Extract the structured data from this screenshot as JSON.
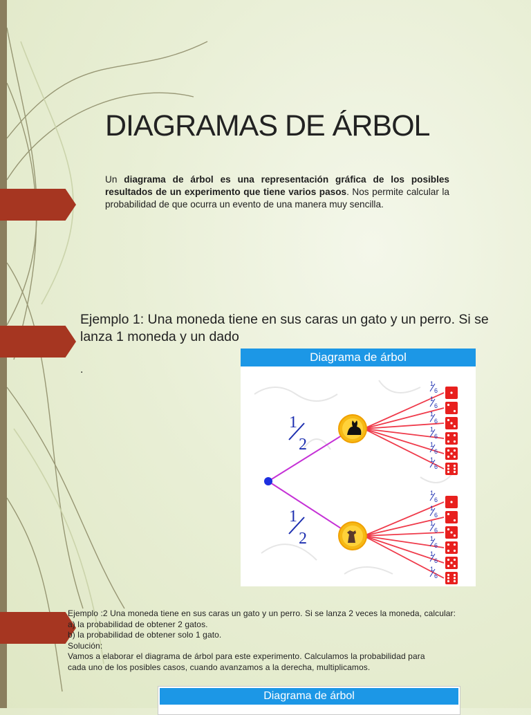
{
  "title": "DIAGRAMAS DE ÁRBOL",
  "intro": {
    "t1": "Un ",
    "b1": "diagrama de árbol es una representación gráfica de los posibles resultados de un experimento que tiene varios pasos",
    "t2": ". Nos permite calcular la probabilidad de que ocurra un evento de una manera muy sencilla."
  },
  "example1": "Ejemplo 1: Una moneda tiene en sus caras un gato y un perro. Si se lanza 1 moneda y un dado",
  "dot": ".",
  "diagram": {
    "title": "Diagrama de árbol",
    "branch_prob": "1/2",
    "die_prob": "1/6",
    "die_faces": [
      1,
      2,
      3,
      4,
      5,
      6
    ]
  },
  "example2": {
    "lines": [
      "Ejemplo :2 Una moneda tiene en sus caras un gato y un perro. Si se lanza 2 veces la moneda, calcular:",
      "a) la probabilidad de obtener 2 gatos.",
      "b) la probabilidad de obtener solo 1 gato.",
      "Solución:",
      "Vamos a elaborar el diagrama de árbol para este experimento. Calculamos la probabilidad para",
      "cada uno de los posibles casos, cuando avanzamos a la derecha, multiplicamos."
    ]
  },
  "diagram2": {
    "title": "Diagrama de árbol"
  },
  "colors": {
    "accent_arrow": "#a63621",
    "header_blue": "#1c97e6",
    "branch_magenta": "#c531d6",
    "branch_red": "#ef3a4a",
    "die_red": "#e8201e",
    "coin_gold": "#f6b915"
  }
}
